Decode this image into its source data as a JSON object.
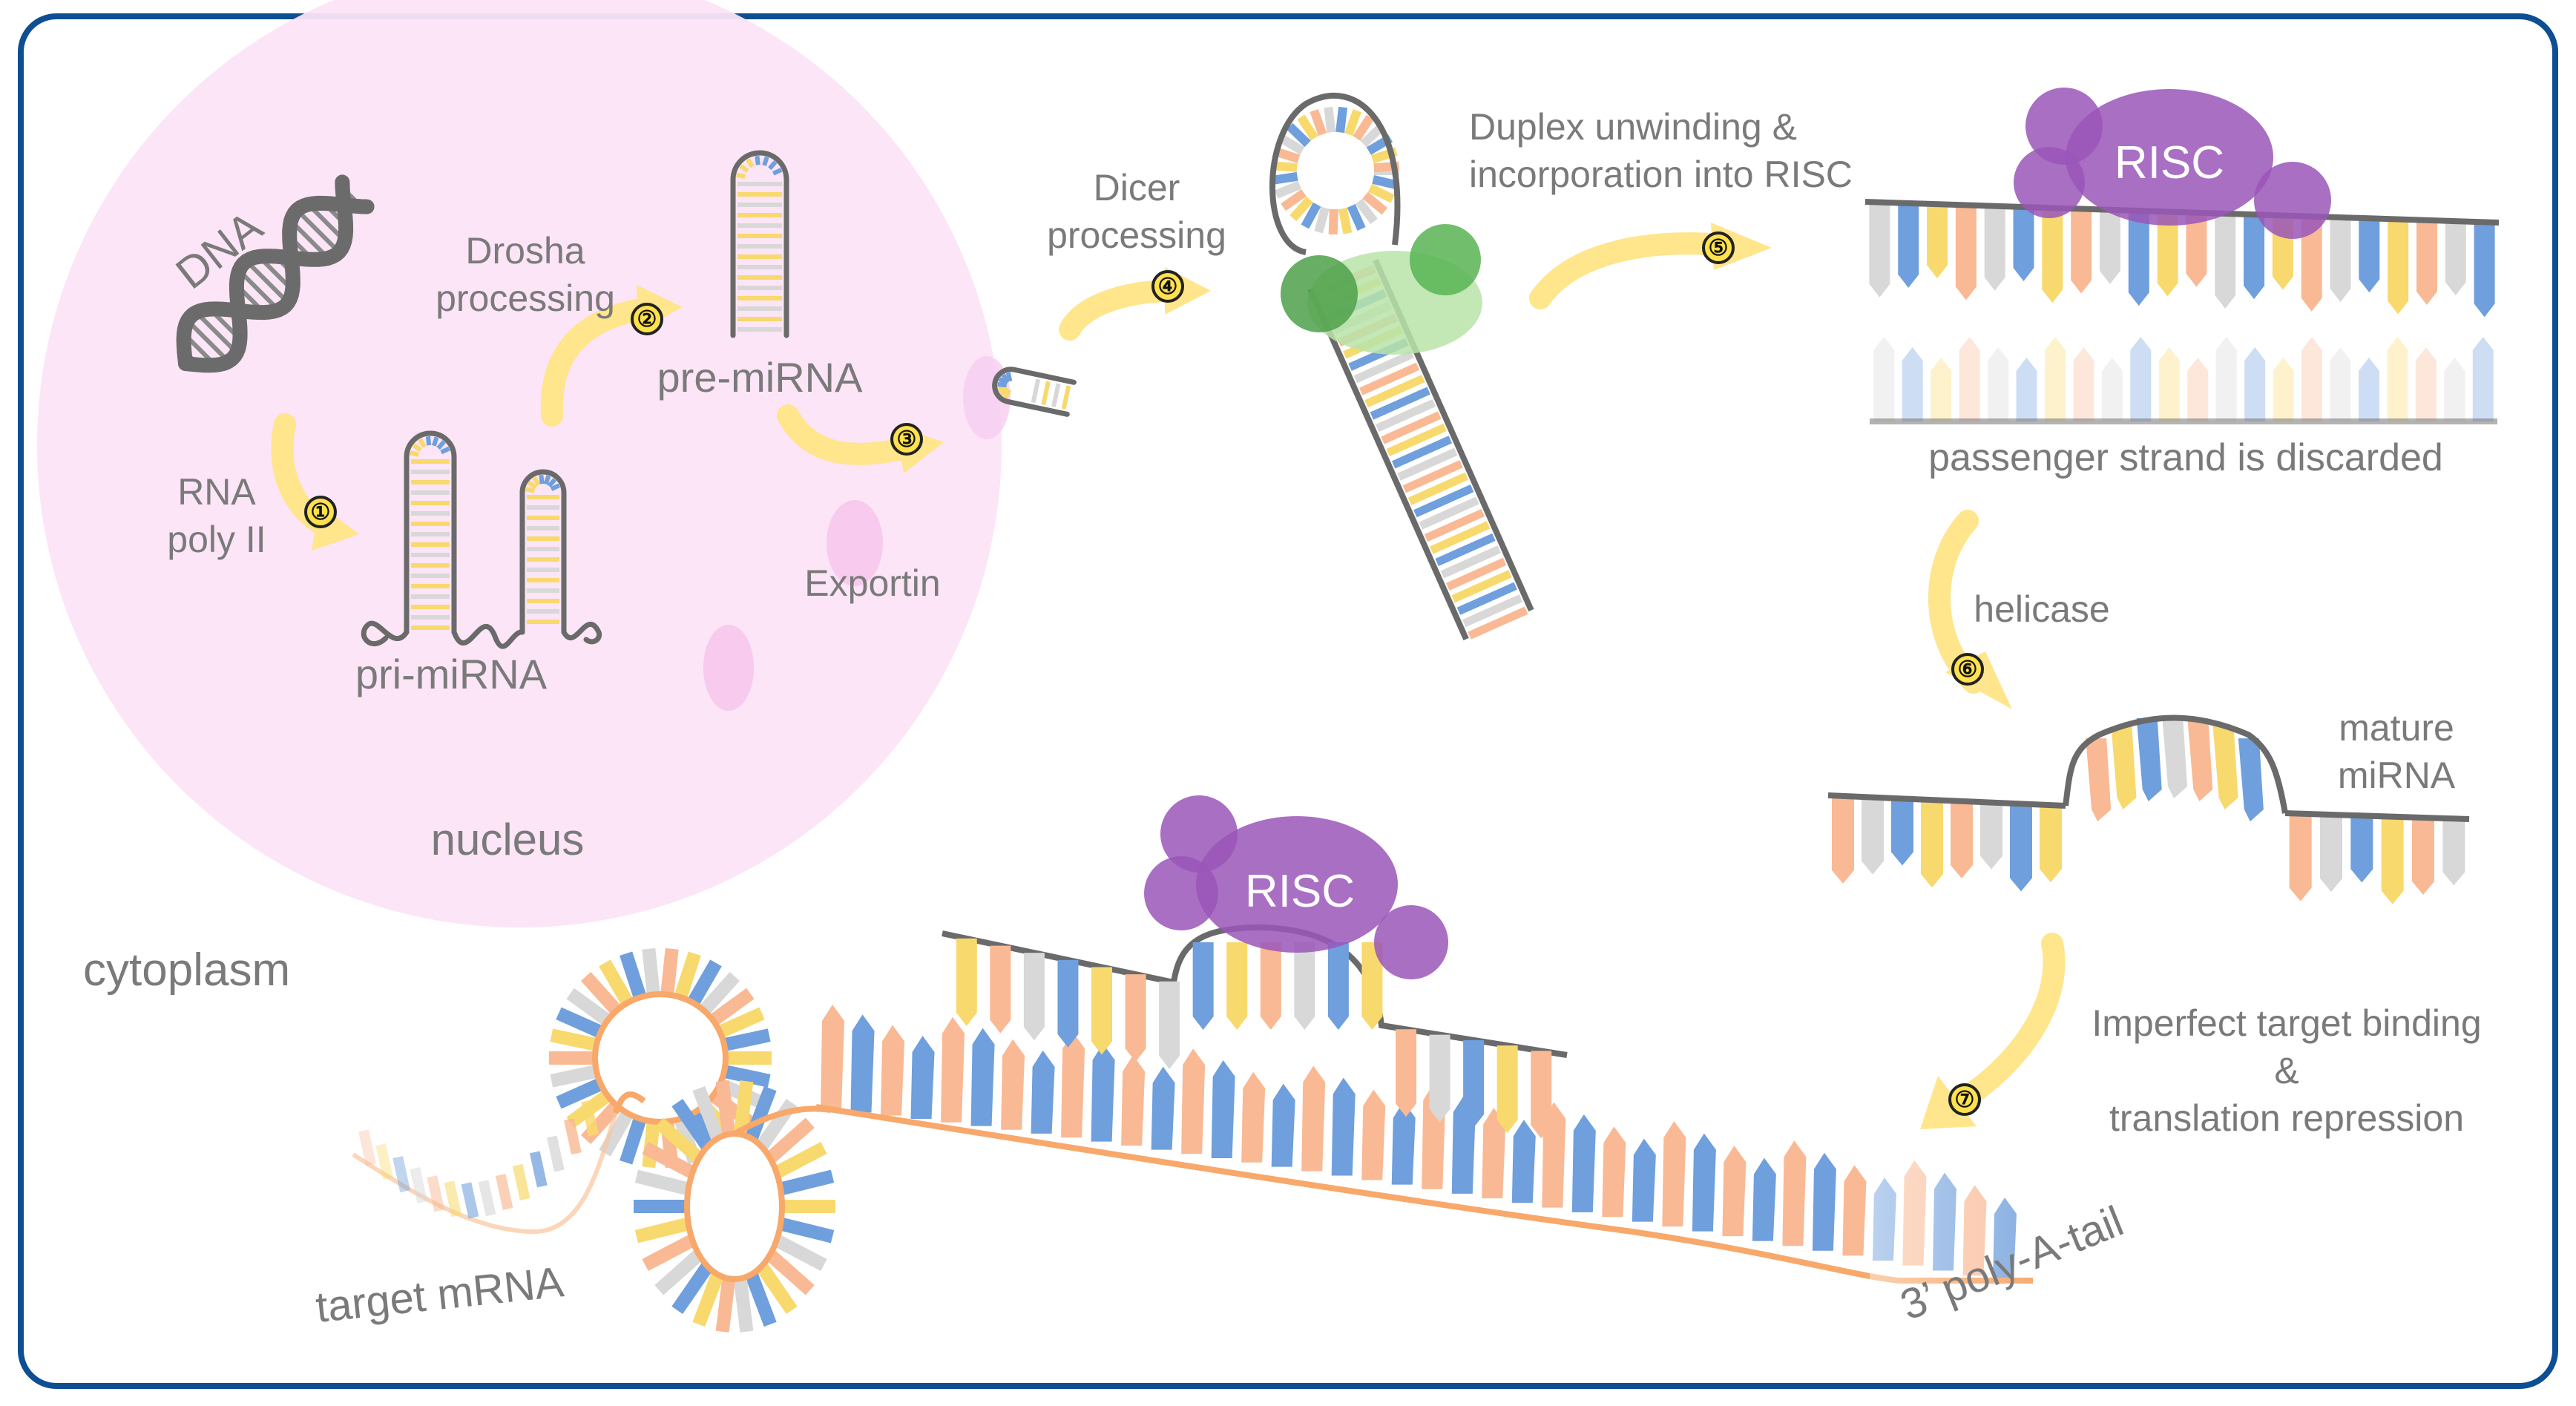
{
  "colors": {
    "frame": "#0e4e92",
    "nucleus": "#fbe4f7",
    "arrow": "#ffe58c",
    "strand": "#666666",
    "risc": "#9a56b8",
    "dicer": "#6cc46b",
    "mrna": "#f7a86a",
    "base_colors": [
      "#6f9fdc",
      "#f8d96d",
      "#f9b994",
      "#d8d8d8"
    ]
  },
  "labels": {
    "dna": "DNA",
    "rna_pol": "RNA\npoly II",
    "pri_mirna": "pri-miRNA",
    "drosha": "Drosha\nprocessing",
    "pre_mirna": "pre-miRNA",
    "exportin": "Exportin",
    "nucleus": "nucleus",
    "cytoplasm": "cytoplasm",
    "dicer": "Dicer\nprocessing",
    "duplex": "Duplex unwinding &\nincorporation into RISC",
    "risc_top": "RISC",
    "passenger": "passenger strand is discarded",
    "helicase": "helicase",
    "mature": "mature\nmiRNA",
    "imperfect": "Imperfect target binding\n&\ntranslation repression",
    "risc_bottom": "RISC",
    "target_mrna": "target mRNA",
    "poly_a": "3’ poly-A-tail"
  },
  "steps": [
    "①",
    "②",
    "③",
    "④",
    "⑤",
    "⑥",
    "⑦"
  ]
}
